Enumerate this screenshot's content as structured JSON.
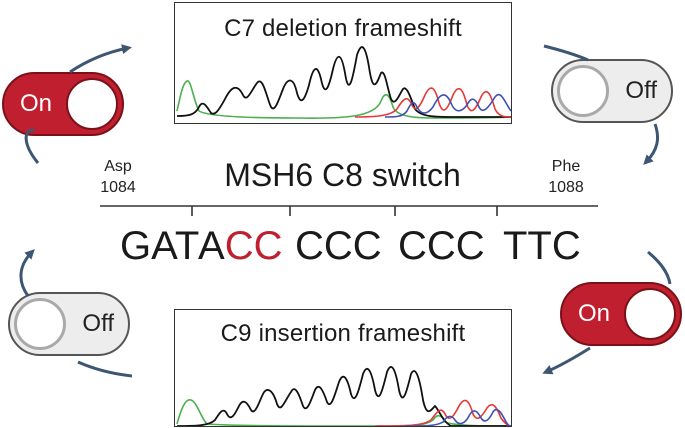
{
  "panels": {
    "top_title": "C7 deletion frameshift",
    "bottom_title": "C9 insertion frameshift"
  },
  "toggles": {
    "top_left": "On",
    "top_right": "Off",
    "bottom_right": "On",
    "bottom_left": "Off"
  },
  "gene": {
    "title": "MSH6 C8 switch",
    "left_residue": "Asp",
    "left_position": "1084",
    "right_residue": "Phe",
    "right_position": "1088"
  },
  "sequence": {
    "codon1": "GAT",
    "codon2_a": "A",
    "codon2_c": "CC",
    "codon3": "CCC",
    "codon4": "CCC",
    "codon5": "TTC"
  },
  "colors": {
    "accent_red": "#c01f2f",
    "arrow": "#3d5672",
    "trace_black": "#111111",
    "trace_green": "#4caf50",
    "trace_red": "#e53935",
    "trace_blue": "#3f51b5"
  }
}
